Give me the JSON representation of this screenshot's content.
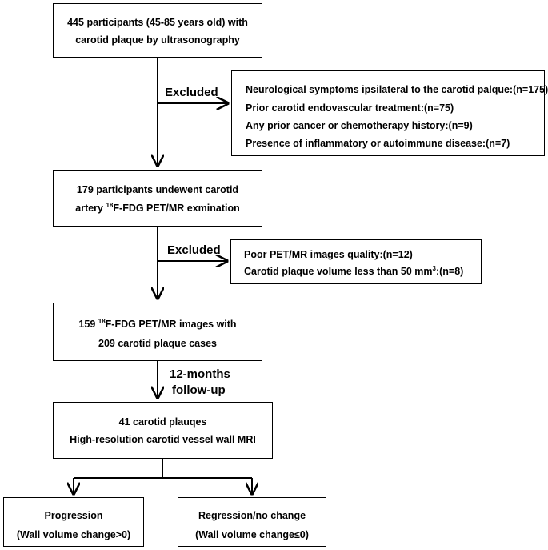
{
  "box1": {
    "line1": "445 participants (45-85 years old) with",
    "line2": "carotid plaque by ultrasonography"
  },
  "excluded1": {
    "label": "Excluded",
    "items": [
      "Neurological symptoms ipsilateral to the carotid palque:(n=175)",
      "Prior carotid endovascular treatment:(n=75)",
      "Any prior cancer or chemotherapy history:(n=9)",
      "Presence of inflammatory or autoimmune disease:(n=7)"
    ]
  },
  "box2": {
    "line1": "179 participants undewent carotid",
    "line2_pre": "artery ",
    "line2_sup": "18",
    "line2_post": "F-FDG PET/MR exmination"
  },
  "excluded2": {
    "label": "Excluded",
    "item1": "Poor PET/MR images quality:(n=12)",
    "item2_pre": "Carotid plaque volume less than 50 mm",
    "item2_sup": "3",
    "item2_post": ":(n=8)"
  },
  "box3": {
    "line1_pre": "159 ",
    "line1_sup": "18",
    "line1_post": "F-FDG PET/MR images with",
    "line2": "209 carotid plaque cases"
  },
  "followup": {
    "line1": "12-months",
    "line2": "follow-up"
  },
  "box4": {
    "line1": "41 carotid plauqes",
    "line2": "High-resolution carotid vessel wall MRI"
  },
  "outcome_left": {
    "line1": "Progression",
    "line2": "(Wall volume change>0)"
  },
  "outcome_right": {
    "line1": "Regression/no change",
    "line2": "(Wall volume change≤0)"
  }
}
